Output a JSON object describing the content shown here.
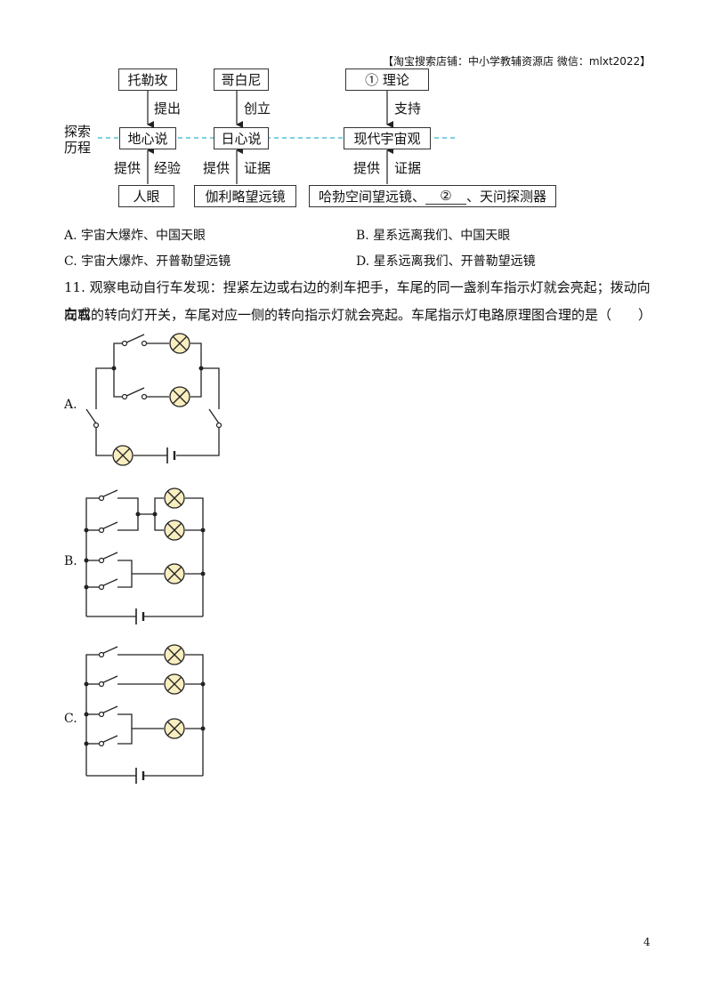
{
  "header_note": "【淘宝搜索店铺：中小学教辅资源店 微信：mlxt2022】",
  "diagram": {
    "side_label_1": "探索",
    "side_label_2": "历程",
    "top_boxes": [
      "托勒玫",
      "哥白尼",
      "① 理论"
    ],
    "mid_boxes": [
      "地心说",
      "日心说",
      "现代宇宙观"
    ],
    "bottom_boxes": [
      "人眼",
      "伽利略望远镜"
    ],
    "bottom_box3": {
      "part1": "哈勃空间望远镜、",
      "blank": "②",
      "part2": "、天问探测器"
    },
    "arrow_labels_top": [
      "提出",
      "创立",
      "支持"
    ],
    "arrow_labels_bottom": [
      {
        "left": "提供",
        "right": "经验"
      },
      {
        "left": "提供",
        "right": "证据"
      },
      {
        "left": "提供",
        "right": "证据"
      }
    ]
  },
  "q10_options": {
    "A": "A.  宇宙大爆炸、中国天眼",
    "B": "B.  星系远离我们、中国天眼",
    "C": "C.  宇宙大爆炸、开普勒望远镜",
    "D": "D.  星系远离我们、开普勒望远镜"
  },
  "q11": {
    "line1": "11. 观察电动自行车发现：捏紧左边或右边的刹车把手，车尾的同一盏刹车指示灯就会亮起；拨动向左或",
    "line2": "向右的转向灯开关，车尾对应一侧的转向指示灯就会亮起。车尾指示灯电路原理图合理的是（　　）"
  },
  "circuit_labels": [
    "A.",
    "B.",
    "C."
  ],
  "page_number": "4"
}
